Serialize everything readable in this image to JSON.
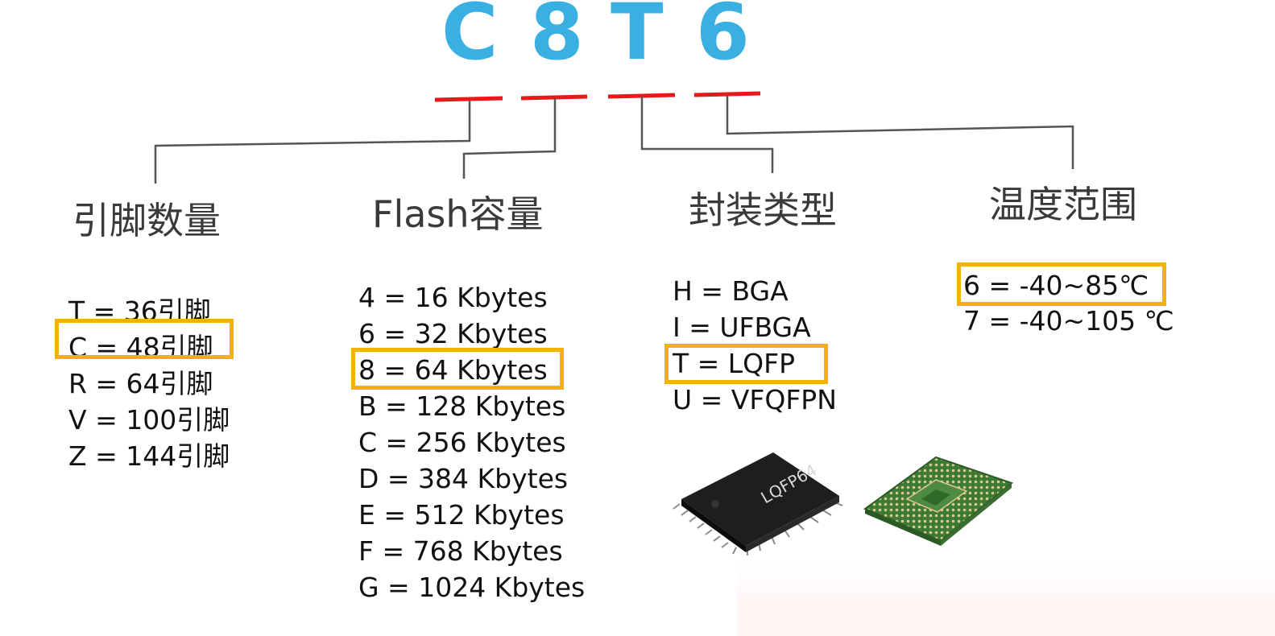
{
  "code": {
    "letters": [
      "C",
      "8",
      "T",
      "6"
    ],
    "color": "#3ab0e2",
    "underline_color": "#e8191b"
  },
  "headings": {
    "pins": "引脚数量",
    "flash": "Flash容量",
    "package": "封装类型",
    "temperature": "温度范围"
  },
  "pins": [
    "T = 36引脚",
    "C = 48引脚",
    "R = 64引脚",
    "V = 100引脚",
    "Z = 144引脚"
  ],
  "flash": [
    "4 = 16 Kbytes",
    "6 = 32 Kbytes",
    "8 = 64 Kbytes",
    "B = 128 Kbytes",
    "C = 256 Kbytes",
    "D = 384 Kbytes",
    "E = 512 Kbytes",
    "F = 768 Kbytes",
    "G = 1024 Kbytes"
  ],
  "package": [
    "H = BGA",
    "I  = UFBGA",
    "T = LQFP",
    "U = VFQFPN"
  ],
  "temperature": [
    "6 = -40~85℃",
    "7 = -40~105 ℃"
  ],
  "selected": {
    "pins": "C",
    "flash": "8",
    "package": "T",
    "temperature": "6"
  },
  "highlight_color": "#f2b20b",
  "images": {
    "lqfp_marking": "LQFP64",
    "lqfp_icon": "lqfp-chip-icon",
    "bga_icon": "bga-chip-icon"
  }
}
